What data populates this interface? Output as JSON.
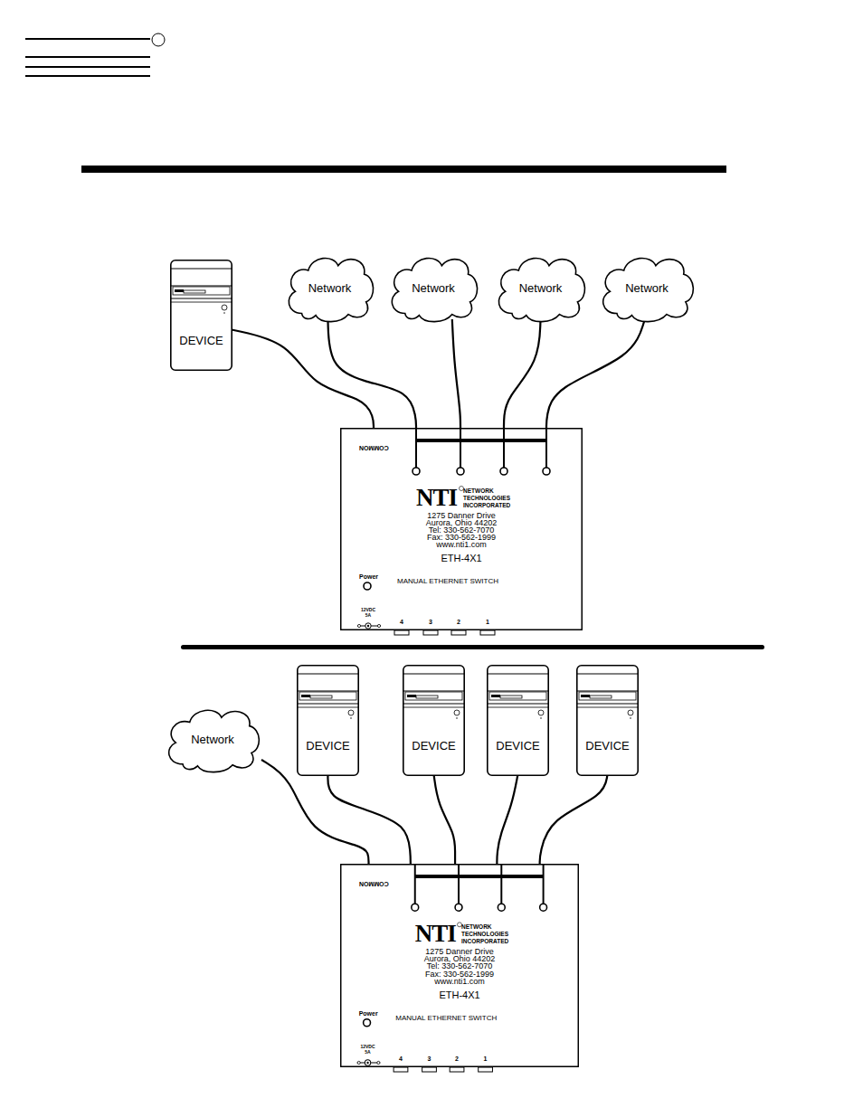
{
  "diagram": {
    "nodes": [
      {
        "text": [
          "DEVICE"
        ]
      },
      {
        "text": [
          "Network"
        ]
      },
      {
        "text": [
          "Network"
        ]
      },
      {
        "text": [
          "Network"
        ]
      },
      {
        "text": [
          "Network"
        ]
      },
      {
        "text": [
          "COMMON",
          "NTI",
          "NETWORK TECHNOLOGIES INCORPORATED",
          "1275 Danner Drive",
          "Aurora, Ohio 44202",
          "Tel: 330-562-7070",
          "Fax: 330-562-1999",
          "www.nti1.com",
          "ETH-4X1",
          "Power",
          "MANUAL ETHERNET SWITCH",
          "12VDC 5A",
          "4",
          "3",
          "2",
          "1"
        ]
      },
      {
        "text": [
          "Network"
        ]
      },
      {
        "text": [
          "DEVICE"
        ]
      },
      {
        "text": [
          "DEVICE"
        ]
      },
      {
        "text": [
          "DEVICE"
        ]
      },
      {
        "text": [
          "DEVICE"
        ]
      },
      {
        "text": [
          "COMMON",
          "NTI",
          "NETWORK TECHNOLOGIES INCORPORATED",
          "1275 Danner Drive",
          "Aurora, Ohio 44202",
          "Tel: 330-562-7070",
          "Fax: 330-562-1999",
          "www.nti1.com",
          "ETH-4X1",
          "Power",
          "MANUAL ETHERNET SWITCH",
          "12VDC 5A",
          "4",
          "3",
          "2",
          "1"
        ]
      }
    ],
    "edges": [
      {
        "from": 0,
        "to": 5,
        "arrow": "none"
      },
      {
        "from": 1,
        "to": 5,
        "arrow": "none"
      },
      {
        "from": 2,
        "to": 5,
        "arrow": "none"
      },
      {
        "from": 3,
        "to": 5,
        "arrow": "none"
      },
      {
        "from": 4,
        "to": 5,
        "arrow": "none"
      },
      {
        "from": 6,
        "to": 11,
        "arrow": "none"
      },
      {
        "from": 7,
        "to": 11,
        "arrow": "none"
      },
      {
        "from": 8,
        "to": 11,
        "arrow": "none"
      },
      {
        "from": 9,
        "to": 11,
        "arrow": "none"
      },
      {
        "from": 10,
        "to": 11,
        "arrow": "none"
      }
    ]
  }
}
